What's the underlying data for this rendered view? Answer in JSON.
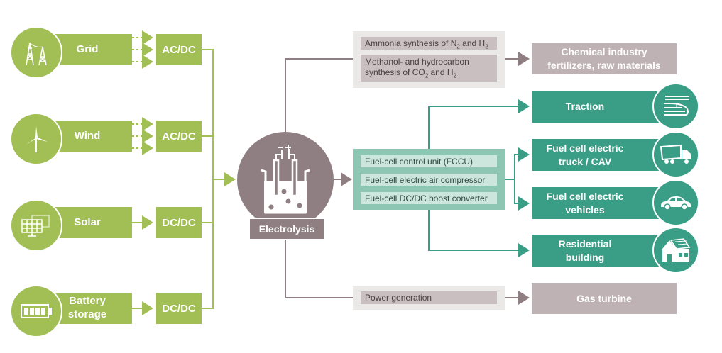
{
  "colors": {
    "source_green": "#a2bf55",
    "electrolysis_mauve": "#8f7f82",
    "fuel_cell_teal": "#3a9e86",
    "teal_panel": "#8dc7b3",
    "grey_panel": "#ebe8e8",
    "grey_item": "#c9bfc1",
    "grey_destination": "#bfb2b4"
  },
  "sources": [
    {
      "label": "Grid",
      "icon": "power-pylon-icon",
      "converter": "AC/DC",
      "link": "dotted-triple"
    },
    {
      "label": "Wind",
      "icon": "wind-turbine-icon",
      "converter": "AC/DC",
      "link": "dotted-triple"
    },
    {
      "label": "Solar",
      "icon": "solar-panel-icon",
      "converter": "DC/DC",
      "link": "solid"
    },
    {
      "label": "Battery storage",
      "icon": "battery-icon",
      "converter": "DC/DC",
      "link": "solid"
    }
  ],
  "hub": {
    "label": "Electrolysis",
    "icon": "electrolysis-beaker-icon"
  },
  "chemical_panel": {
    "items": [
      {
        "pre": "Ammonia synthesis of N",
        "sub1": "2",
        "mid": " and H",
        "sub2": "2"
      },
      {
        "pre": "Methanol- and hydrocarbon synthesis of CO",
        "sub1": "2",
        "mid": " and H",
        "sub2": "2"
      }
    ],
    "destination": "Chemical industry fertilizers, raw materials"
  },
  "fuel_cell_panel": {
    "items": [
      "Fuel-cell control unit (FCCU)",
      "Fuel-cell electric air compressor",
      "Fuel-cell DC/DC boost converter"
    ],
    "destinations": [
      {
        "label": "Traction",
        "icon": "train-icon"
      },
      {
        "label": "Fuel cell electric truck / CAV",
        "icon": "truck-icon"
      },
      {
        "label": "Fuel cell electric vehicles",
        "icon": "car-icon"
      },
      {
        "label": "Residential building",
        "icon": "house-solar-icon"
      }
    ]
  },
  "power_panel": {
    "items": [
      "Power generation"
    ],
    "destination": "Gas turbine"
  }
}
